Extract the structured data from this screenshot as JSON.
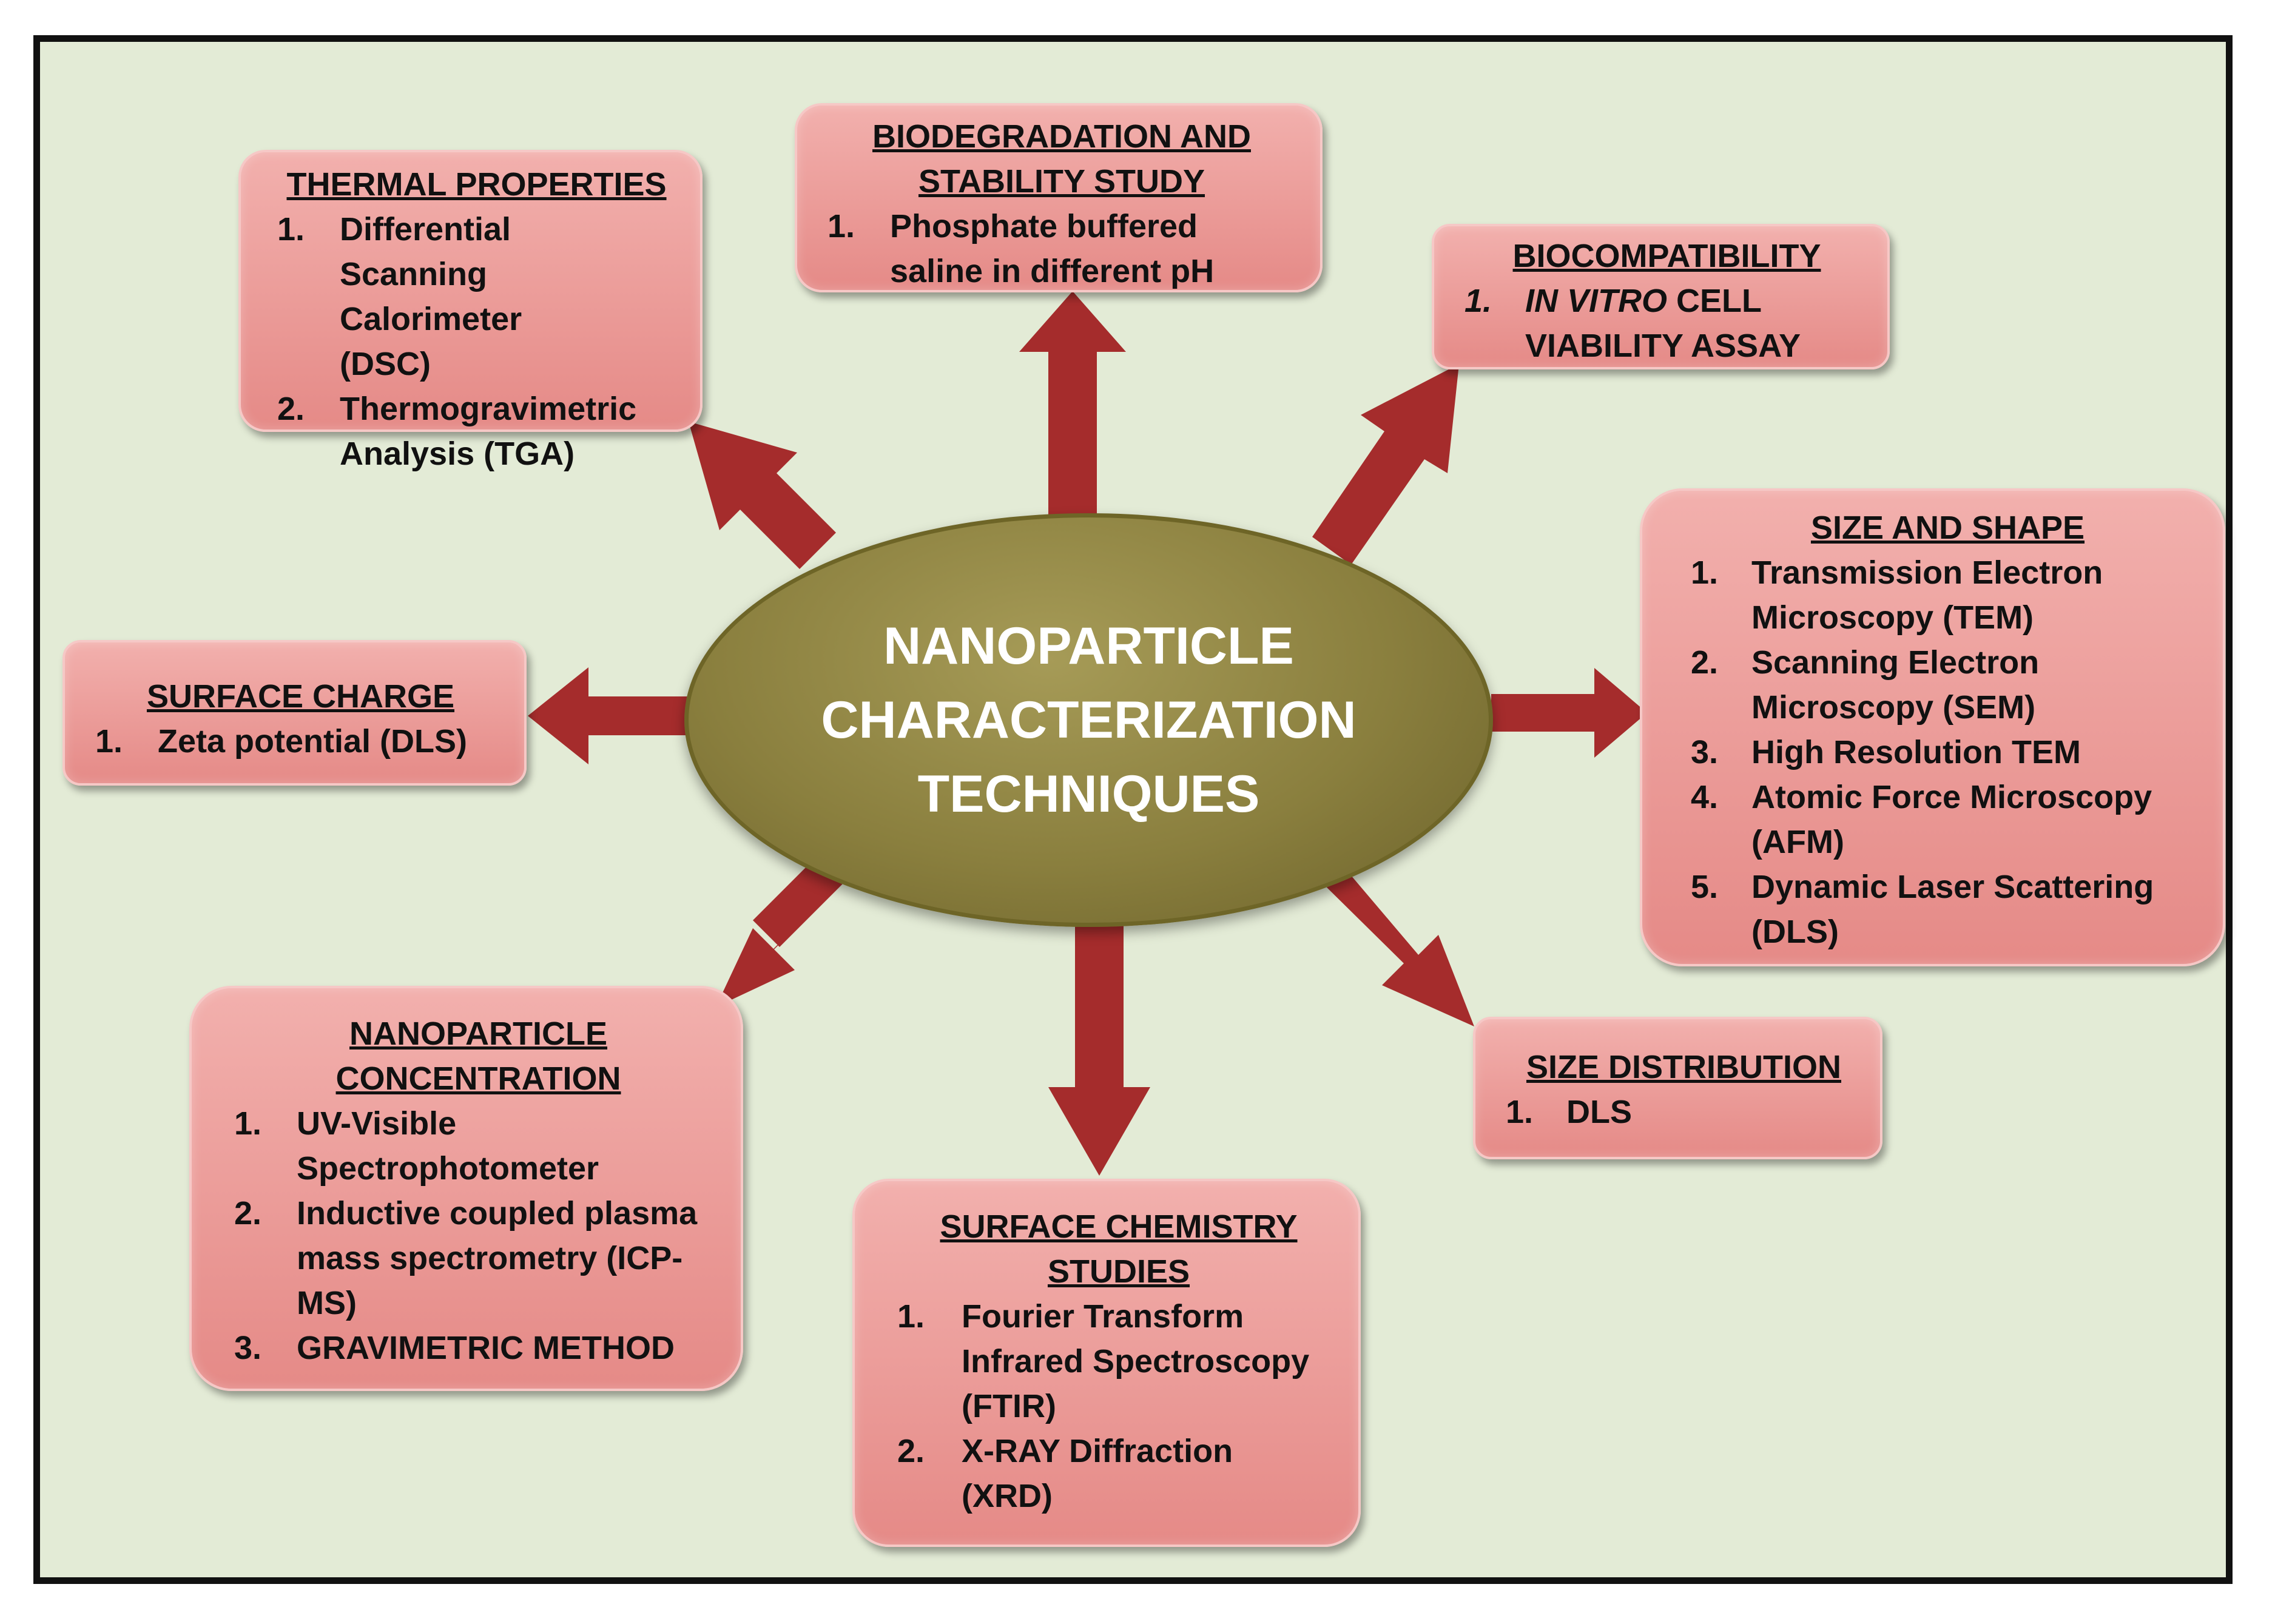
{
  "center": {
    "lines": [
      "NANOPARTICLE",
      "CHARACTERIZATION",
      "TECHNIQUES"
    ]
  },
  "boxes": {
    "thermal": {
      "title": "THERMAL PROPERTIES",
      "items": [
        {
          "num": "1.",
          "text": "Differential Scanning Calorimeter (DSC)"
        },
        {
          "num": "2.",
          "text": "Thermogravimetric Analysis (TGA)"
        }
      ]
    },
    "biodegradation": {
      "title_lines": [
        "BIODEGRADATION AND",
        "STABILITY STUDY"
      ],
      "items": [
        {
          "num": "1.",
          "text": "Phosphate buffered saline in different pH"
        }
      ]
    },
    "biocompatibility": {
      "title": "BIOCOMPATIBILITY",
      "items": [
        {
          "num": "1.",
          "italic": "IN VITRO",
          "text": " CELL VIABILITY ASSAY"
        }
      ]
    },
    "size_shape": {
      "title": "SIZE AND SHAPE",
      "items": [
        {
          "num": "1.",
          "text": "Transmission Electron Microscopy (TEM)"
        },
        {
          "num": "2.",
          "text": "Scanning Electron Microscopy (SEM)"
        },
        {
          "num": "3.",
          "text": "High Resolution TEM"
        },
        {
          "num": "4.",
          "text": "Atomic Force Microscopy (AFM)"
        },
        {
          "num": "5.",
          "text": "Dynamic Laser Scattering (DLS)"
        }
      ]
    },
    "surface_charge": {
      "title": "SURFACE CHARGE",
      "items": [
        {
          "num": "1.",
          "text": "Zeta potential (DLS)"
        }
      ]
    },
    "size_distribution": {
      "title": "SIZE DISTRIBUTION",
      "items": [
        {
          "num": "1.",
          "text": "DLS"
        }
      ]
    },
    "concentration": {
      "title_lines": [
        "NANOPARTICLE",
        "CONCENTRATION"
      ],
      "items": [
        {
          "num": "1.",
          "text": "UV-Visible Spectrophotometer"
        },
        {
          "num": "2.",
          "text": "Inductive coupled plasma mass spectrometry (ICP-MS)"
        },
        {
          "num": "3.",
          "text": "GRAVIMETRIC METHOD"
        }
      ]
    },
    "surface_chemistry": {
      "title_lines": [
        "SURFACE CHEMISTRY",
        "STUDIES"
      ],
      "items": [
        {
          "num": "1.",
          "text": "Fourier Transform Infrared Spectroscopy (FTIR)"
        },
        {
          "num": "2.",
          "text": "X-RAY Diffraction (XRD)"
        }
      ]
    }
  },
  "colors": {
    "background": "#e3ebd6",
    "box_fill": "#e98f8c",
    "arrow": "#a52c2c",
    "center_fill": "#8a7f3e",
    "center_text": "#ffffff"
  }
}
